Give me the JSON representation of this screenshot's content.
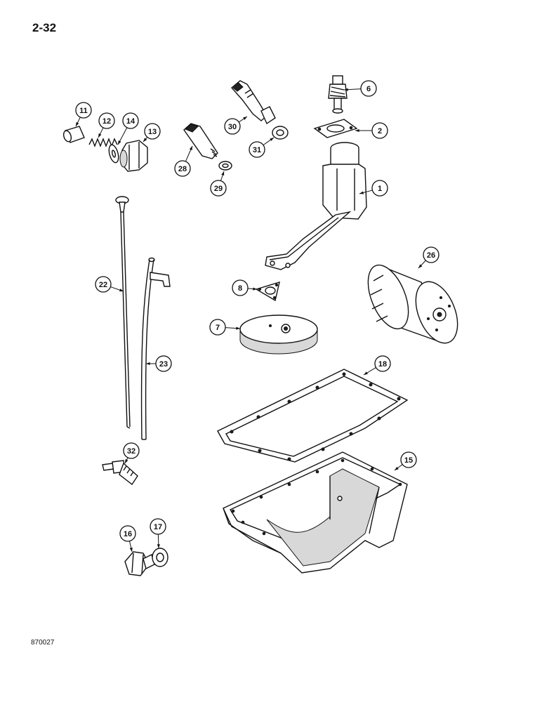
{
  "page_number": "2-32",
  "figure_id": "870027",
  "callouts": [
    {
      "label": "1",
      "part": "oil-pump"
    },
    {
      "label": "2",
      "part": "pump-gasket"
    },
    {
      "label": "6",
      "part": "pump-drive-gear"
    },
    {
      "label": "7",
      "part": "oil-strainer"
    },
    {
      "label": "8",
      "part": "strainer-gasket"
    },
    {
      "label": "11",
      "part": "sleeve"
    },
    {
      "label": "12",
      "part": "spring"
    },
    {
      "label": "13",
      "part": "plug"
    },
    {
      "label": "14",
      "part": "washer"
    },
    {
      "label": "15",
      "part": "oil-pan"
    },
    {
      "label": "16",
      "part": "drain-plug"
    },
    {
      "label": "17",
      "part": "drain-plug-washer"
    },
    {
      "label": "18",
      "part": "oil-pan-gasket"
    },
    {
      "label": "22",
      "part": "dipstick"
    },
    {
      "label": "23",
      "part": "dipstick-tube"
    },
    {
      "label": "26",
      "part": "oil-filter"
    },
    {
      "label": "28",
      "part": "adapter"
    },
    {
      "label": "29",
      "part": "adapter-washer"
    },
    {
      "label": "30",
      "part": "oil-pressure-sender"
    },
    {
      "label": "31",
      "part": "sender-washer"
    },
    {
      "label": "32",
      "part": "oil-level-sensor"
    }
  ]
}
